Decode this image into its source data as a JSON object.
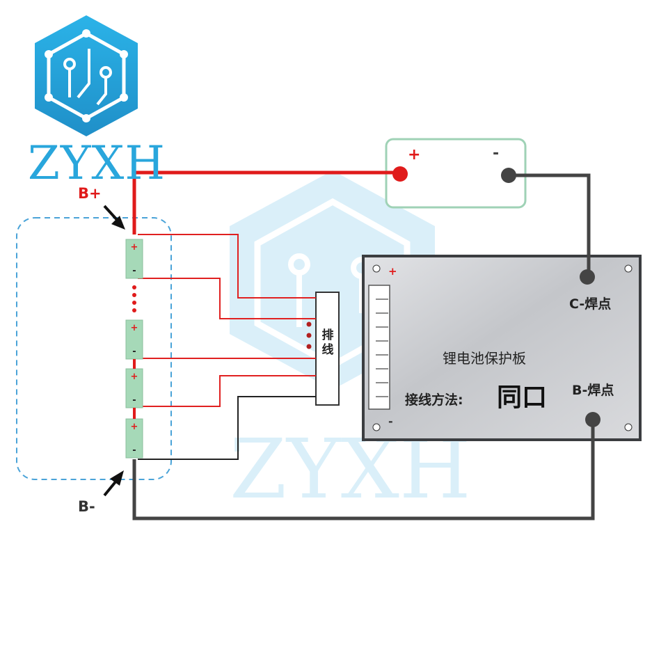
{
  "logo": {
    "brand": "ZYXH"
  },
  "labels": {
    "b_plus": "B+",
    "b_minus": "B-",
    "c_pad": "C-焊点",
    "b_pad": "B-焊点",
    "board_title": "锂电池保护板",
    "method_label": "接线方法:",
    "method_value": "同口",
    "cable_line1": "排",
    "cable_line2": "线",
    "load_pos": "+",
    "load_neg": "-",
    "connector_plus": "+",
    "connector_minus": "-"
  },
  "cells": [
    {
      "plus": "+",
      "minus": "-"
    },
    {
      "plus": "+",
      "minus": "-"
    },
    {
      "plus": "+",
      "minus": "-"
    },
    {
      "plus": "+",
      "minus": "-"
    }
  ],
  "colors": {
    "positive_wire": "#e01b1b",
    "negative_wire": "#444444",
    "balance_red": "#e02020",
    "brand_blue": "#29a6dc",
    "cell_green": "#a6d9b8",
    "load_box_border": "#9fd2b6",
    "pack_dash": "#4aa3d8",
    "board_gray": "#c9cbcf"
  }
}
